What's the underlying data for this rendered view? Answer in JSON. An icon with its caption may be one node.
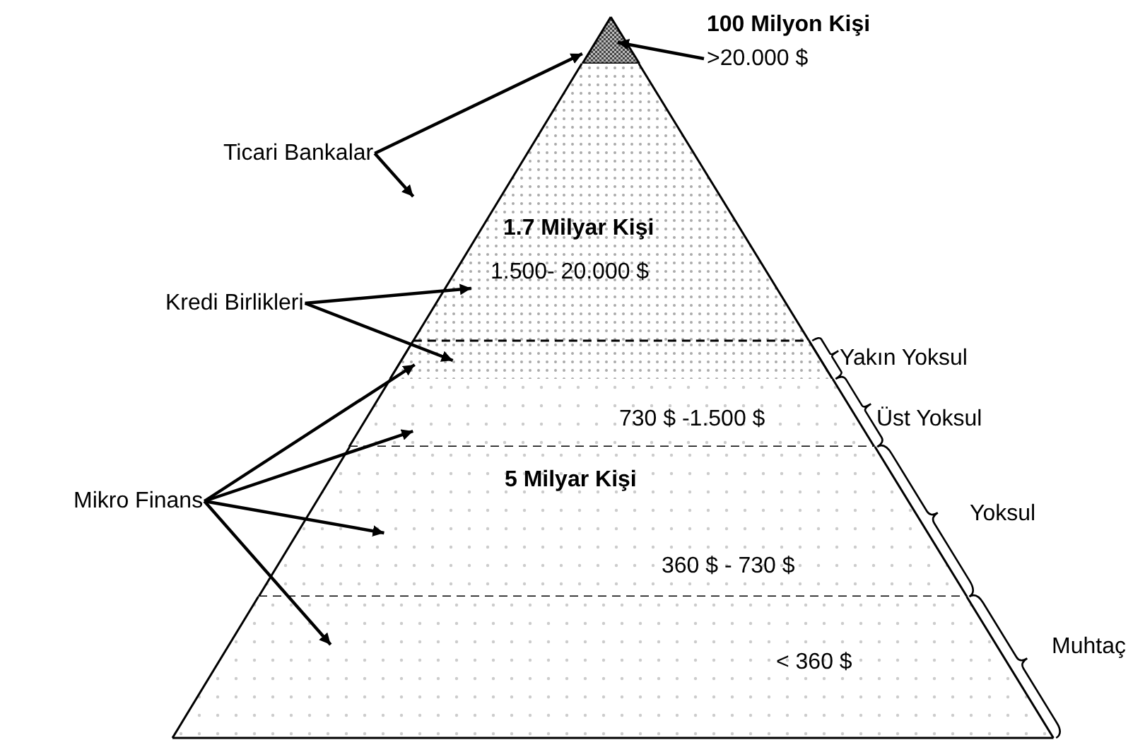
{
  "diagram": {
    "nodes": [
      {
        "text": [
          "100 Milyon Kişi",
          ">20.000 $"
        ]
      },
      {
        "text": [],
        "shape": "triangle"
      },
      {
        "text": [
          "1.7 Milyar Kişi",
          "1.500- 20.000 $"
        ]
      },
      {
        "text": [],
        "shape": "band",
        "in": 2
      },
      {
        "text": [
          "730 $ -1.500 $"
        ]
      },
      {
        "text": [
          "5 Milyar Kişi",
          "360 $ - 730 $"
        ]
      },
      {
        "text": [
          "< 360 $"
        ]
      },
      {
        "text": [
          "Ticari Bankalar"
        ]
      },
      {
        "text": [
          "Kredi Birlikleri"
        ]
      },
      {
        "text": [
          "Mikro Finans"
        ]
      }
    ],
    "edges": [
      {
        "from": 0,
        "to": 1,
        "arrow": "to"
      },
      {
        "from": 7,
        "to": 1,
        "arrow": "to"
      },
      {
        "from": 7,
        "to": 2,
        "arrow": "to"
      },
      {
        "from": 8,
        "to": 2,
        "arrow": "to"
      },
      {
        "from": 8,
        "to": 3,
        "arrow": "to"
      },
      {
        "from": 9,
        "to": 3,
        "arrow": "to"
      },
      {
        "from": 9,
        "to": 4,
        "arrow": "to"
      },
      {
        "from": 9,
        "to": 5,
        "arrow": "to"
      },
      {
        "from": 9,
        "to": 6,
        "arrow": "to"
      }
    ],
    "labels": [
      "Yakın Yoksul",
      "Üst Yoksul",
      "Yoksul",
      "Muhtaç"
    ]
  }
}
